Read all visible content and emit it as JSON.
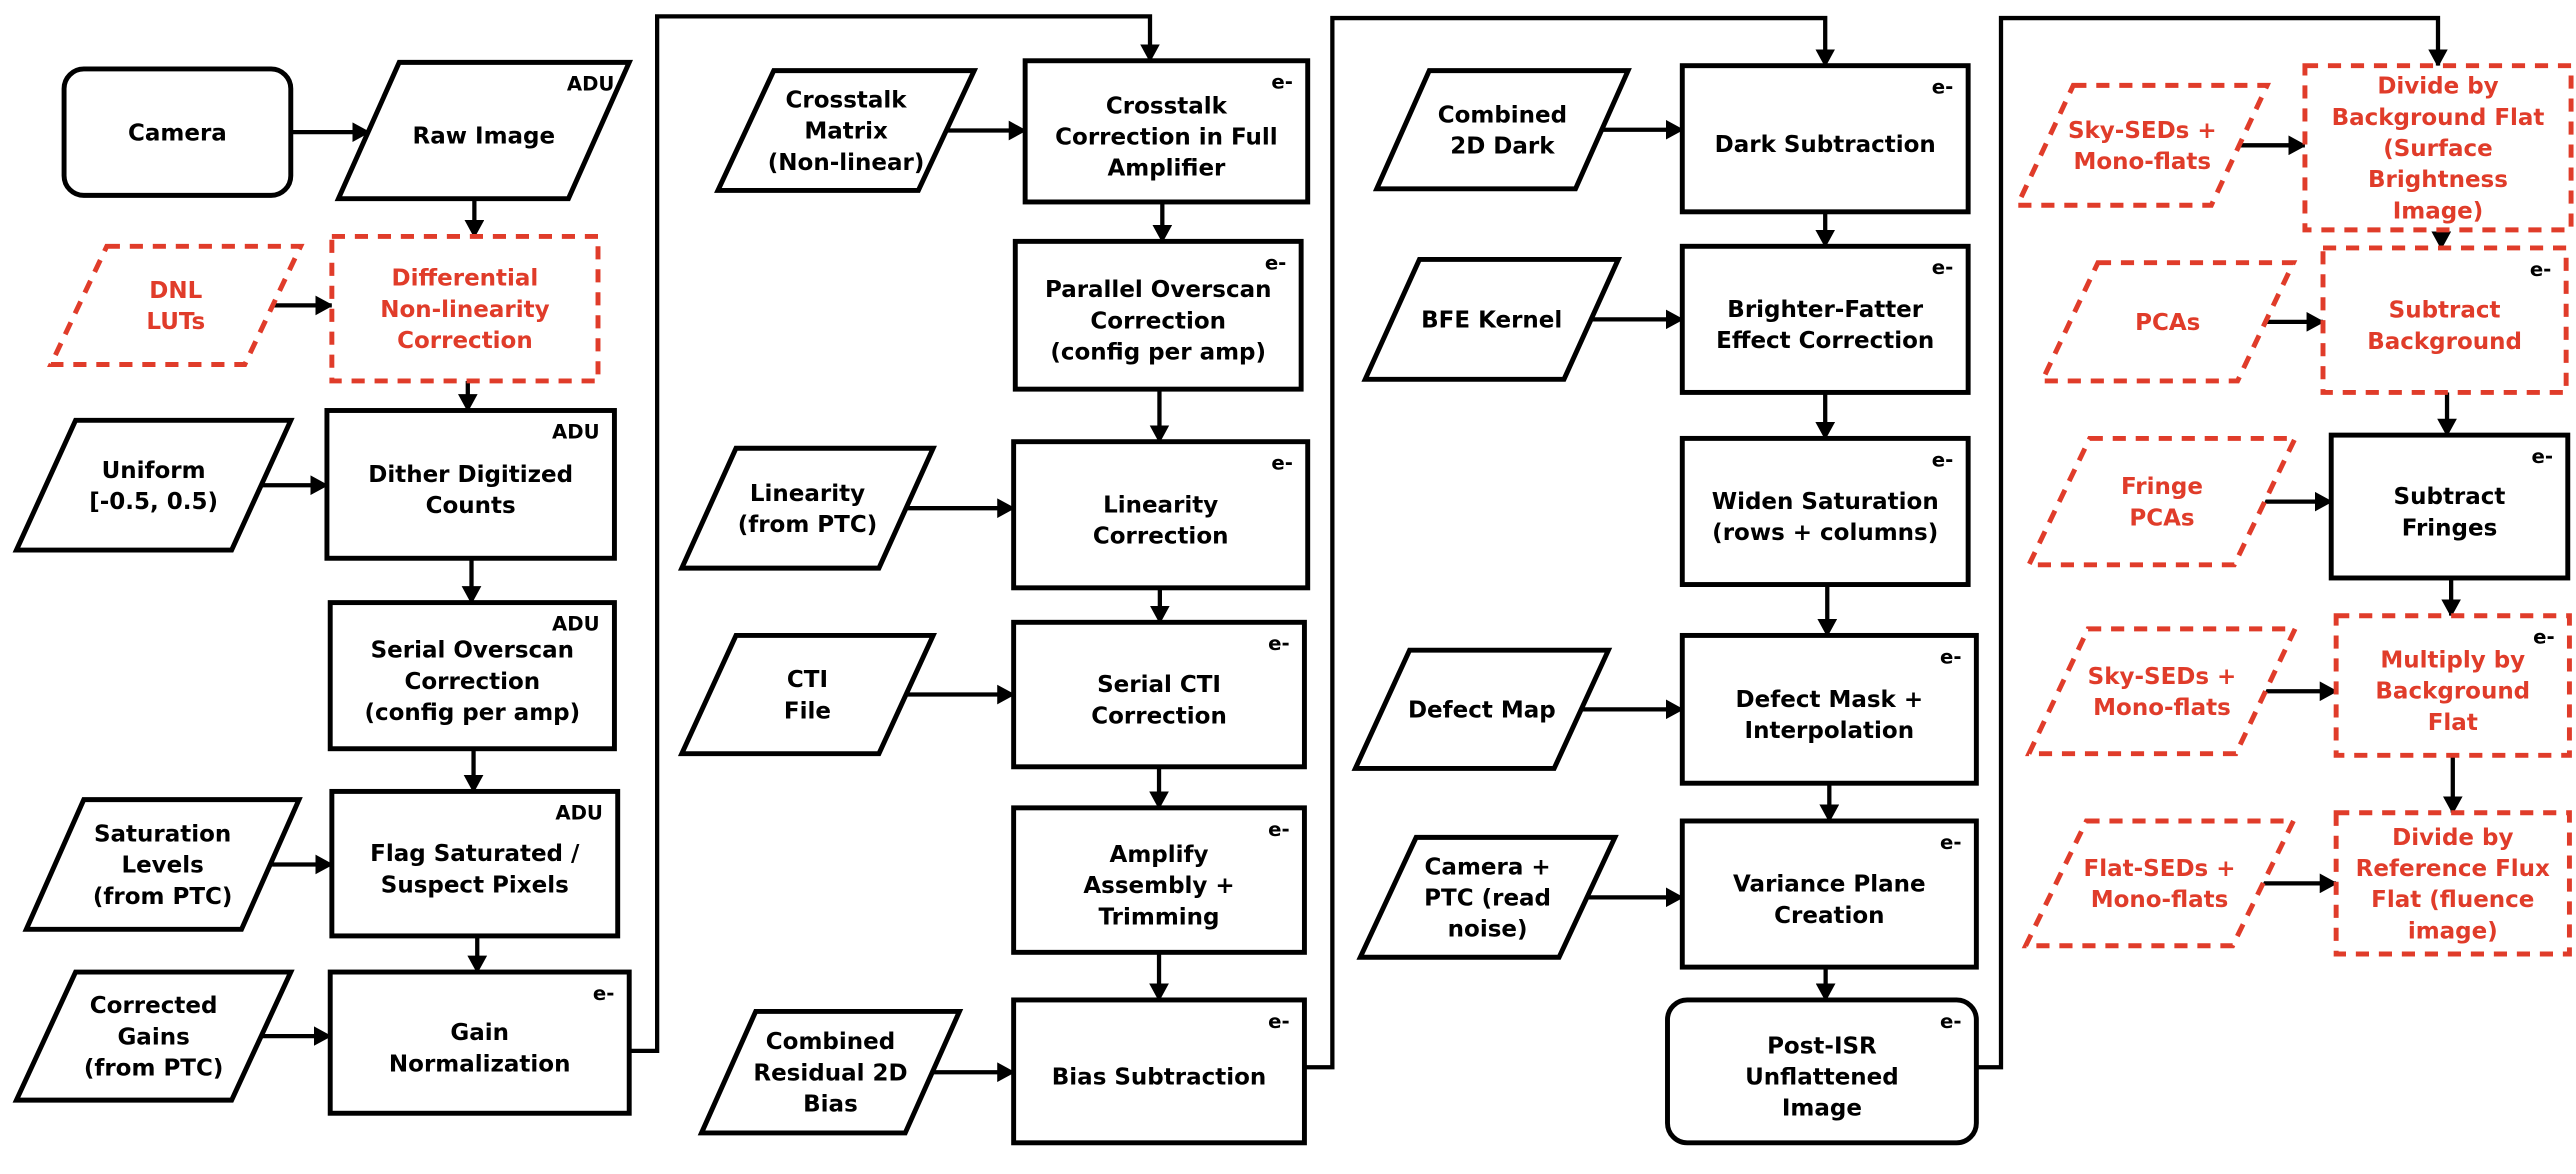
{
  "diagram": {
    "colors": {
      "default": "#000000",
      "highlight": "#e03c2a",
      "background": "#ffffff"
    },
    "nodes": {
      "camera": {
        "lines": [
          "Camera"
        ],
        "style": "solid-black"
      },
      "raw_image": {
        "lines": [
          "Raw Image"
        ],
        "badge": "ADU",
        "style": "solid-black"
      },
      "dnl_luts": {
        "lines": [
          "DNL",
          "LUTs"
        ],
        "style": "dashed-red"
      },
      "dnl_correction": {
        "lines": [
          "Differential",
          "Non-linearity",
          "Correction"
        ],
        "style": "dashed-red"
      },
      "uniform": {
        "lines": [
          "Uniform",
          "[-0.5, 0.5)"
        ],
        "style": "solid-black"
      },
      "dither": {
        "lines": [
          "Dither Digitized",
          "Counts"
        ],
        "badge": "ADU",
        "style": "solid-black"
      },
      "serial_overscan": {
        "lines": [
          "Serial Overscan",
          "Correction",
          "(config per amp)"
        ],
        "badge": "ADU",
        "style": "solid-black"
      },
      "saturation_levels": {
        "lines": [
          "Saturation",
          "Levels",
          "(from PTC)"
        ],
        "style": "solid-black"
      },
      "flag_saturated": {
        "lines": [
          "Flag Saturated /",
          "Suspect Pixels"
        ],
        "badge": "ADU",
        "style": "solid-black"
      },
      "corrected_gains": {
        "lines": [
          "Corrected",
          "Gains",
          "(from PTC)"
        ],
        "style": "solid-black"
      },
      "gain_normalization": {
        "lines": [
          "Gain",
          "Normalization"
        ],
        "badge": "e-",
        "style": "solid-black"
      },
      "crosstalk_matrix": {
        "lines": [
          "Crosstalk",
          "Matrix",
          "(Non-linear)"
        ],
        "style": "solid-black"
      },
      "crosstalk_correction": {
        "lines": [
          "Crosstalk",
          "Correction in Full",
          "Amplifier"
        ],
        "badge": "e-",
        "style": "solid-black"
      },
      "parallel_overscan": {
        "lines": [
          "Parallel Overscan",
          "Correction",
          "(config per amp)"
        ],
        "badge": "e-",
        "style": "solid-black"
      },
      "linearity": {
        "lines": [
          "Linearity",
          "(from PTC)"
        ],
        "style": "solid-black"
      },
      "linearity_correction": {
        "lines": [
          "Linearity",
          "Correction"
        ],
        "badge": "e-",
        "style": "solid-black"
      },
      "cti_file": {
        "lines": [
          "CTI",
          "File"
        ],
        "style": "solid-black"
      },
      "serial_cti": {
        "lines": [
          "Serial CTI",
          "Correction"
        ],
        "badge": "e-",
        "style": "solid-black"
      },
      "amplify_assembly": {
        "lines": [
          "Amplify",
          "Assembly +",
          "Trimming"
        ],
        "badge": "e-",
        "style": "solid-black"
      },
      "residual_bias": {
        "lines": [
          "Combined",
          "Residual 2D",
          "Bias"
        ],
        "style": "solid-black"
      },
      "bias_subtraction": {
        "lines": [
          "Bias Subtraction"
        ],
        "badge": "e-",
        "style": "solid-black"
      },
      "combined_dark": {
        "lines": [
          "Combined",
          "2D Dark"
        ],
        "style": "solid-black"
      },
      "dark_subtraction": {
        "lines": [
          "Dark Subtraction"
        ],
        "badge": "e-",
        "style": "solid-black"
      },
      "bfe_kernel": {
        "lines": [
          "BFE Kernel"
        ],
        "style": "solid-black"
      },
      "bfe_correction": {
        "lines": [
          "Brighter-Fatter",
          "Effect Correction"
        ],
        "badge": "e-",
        "style": "solid-black"
      },
      "widen_saturation": {
        "lines": [
          "Widen Saturation",
          "(rows + columns)"
        ],
        "badge": "e-",
        "style": "solid-black"
      },
      "defect_map": {
        "lines": [
          "Defect Map"
        ],
        "style": "solid-black"
      },
      "defect_mask": {
        "lines": [
          "Defect Mask +",
          "Interpolation"
        ],
        "badge": "e-",
        "style": "solid-black"
      },
      "camera_ptc": {
        "lines": [
          "Camera +",
          "PTC (read",
          "noise)"
        ],
        "style": "solid-black"
      },
      "variance_plane": {
        "lines": [
          "Variance Plane",
          "Creation"
        ],
        "badge": "e-",
        "style": "solid-black"
      },
      "post_isr": {
        "lines": [
          "Post-ISR",
          "Unflattened",
          "Image"
        ],
        "badge": "e-",
        "style": "solid-black"
      },
      "sky_seds_1": {
        "lines": [
          "Sky-SEDs +",
          "Mono-flats"
        ],
        "style": "dashed-red"
      },
      "divide_background_flat": {
        "lines": [
          "Divide by",
          "Background Flat",
          "(Surface",
          "Brightness",
          "Image)"
        ],
        "style": "dashed-red"
      },
      "pcas": {
        "lines": [
          "PCAs"
        ],
        "style": "dashed-red"
      },
      "subtract_background": {
        "lines": [
          "Subtract",
          "Background"
        ],
        "badge": "e-",
        "style": "dashed-red"
      },
      "fringe_pcas": {
        "lines": [
          "Fringe",
          "PCAs"
        ],
        "style": "dashed-red"
      },
      "subtract_fringes": {
        "lines": [
          "Subtract",
          "Fringes"
        ],
        "badge": "e-",
        "style": "solid-black"
      },
      "sky_seds_2": {
        "lines": [
          "Sky-SEDs +",
          "Mono-flats"
        ],
        "style": "dashed-red"
      },
      "multiply_background_flat": {
        "lines": [
          "Multiply by",
          "Background",
          "Flat"
        ],
        "badge": "e-",
        "style": "dashed-red"
      },
      "flat_seds": {
        "lines": [
          "Flat-SEDs +",
          "Mono-flats"
        ],
        "style": "dashed-red"
      },
      "divide_reference_flux": {
        "lines": [
          "Divide by",
          "Reference Flux",
          "Flat (fluence",
          "image)"
        ],
        "style": "dashed-red"
      }
    },
    "edges": [
      [
        "camera",
        "raw_image"
      ],
      [
        "raw_image",
        "dnl_correction"
      ],
      [
        "dnl_luts",
        "dnl_correction"
      ],
      [
        "dnl_correction",
        "dither"
      ],
      [
        "uniform",
        "dither"
      ],
      [
        "dither",
        "serial_overscan"
      ],
      [
        "serial_overscan",
        "flag_saturated"
      ],
      [
        "saturation_levels",
        "flag_saturated"
      ],
      [
        "flag_saturated",
        "gain_normalization"
      ],
      [
        "corrected_gains",
        "gain_normalization"
      ],
      [
        "gain_normalization",
        "crosstalk_correction"
      ],
      [
        "crosstalk_matrix",
        "crosstalk_correction"
      ],
      [
        "crosstalk_correction",
        "parallel_overscan"
      ],
      [
        "parallel_overscan",
        "linearity_correction"
      ],
      [
        "linearity",
        "linearity_correction"
      ],
      [
        "linearity_correction",
        "serial_cti"
      ],
      [
        "cti_file",
        "serial_cti"
      ],
      [
        "serial_cti",
        "amplify_assembly"
      ],
      [
        "amplify_assembly",
        "bias_subtraction"
      ],
      [
        "residual_bias",
        "bias_subtraction"
      ],
      [
        "bias_subtraction",
        "dark_subtraction"
      ],
      [
        "combined_dark",
        "dark_subtraction"
      ],
      [
        "dark_subtraction",
        "bfe_correction"
      ],
      [
        "bfe_kernel",
        "bfe_correction"
      ],
      [
        "bfe_correction",
        "widen_saturation"
      ],
      [
        "widen_saturation",
        "defect_mask"
      ],
      [
        "defect_map",
        "defect_mask"
      ],
      [
        "defect_mask",
        "variance_plane"
      ],
      [
        "camera_ptc",
        "variance_plane"
      ],
      [
        "variance_plane",
        "post_isr"
      ],
      [
        "post_isr",
        "divide_background_flat"
      ],
      [
        "sky_seds_1",
        "divide_background_flat"
      ],
      [
        "divide_background_flat",
        "subtract_background"
      ],
      [
        "pcas",
        "subtract_background"
      ],
      [
        "subtract_background",
        "subtract_fringes"
      ],
      [
        "fringe_pcas",
        "subtract_fringes"
      ],
      [
        "subtract_fringes",
        "multiply_background_flat"
      ],
      [
        "sky_seds_2",
        "multiply_background_flat"
      ],
      [
        "multiply_background_flat",
        "divide_reference_flux"
      ],
      [
        "flat_seds",
        "divide_reference_flux"
      ]
    ]
  }
}
